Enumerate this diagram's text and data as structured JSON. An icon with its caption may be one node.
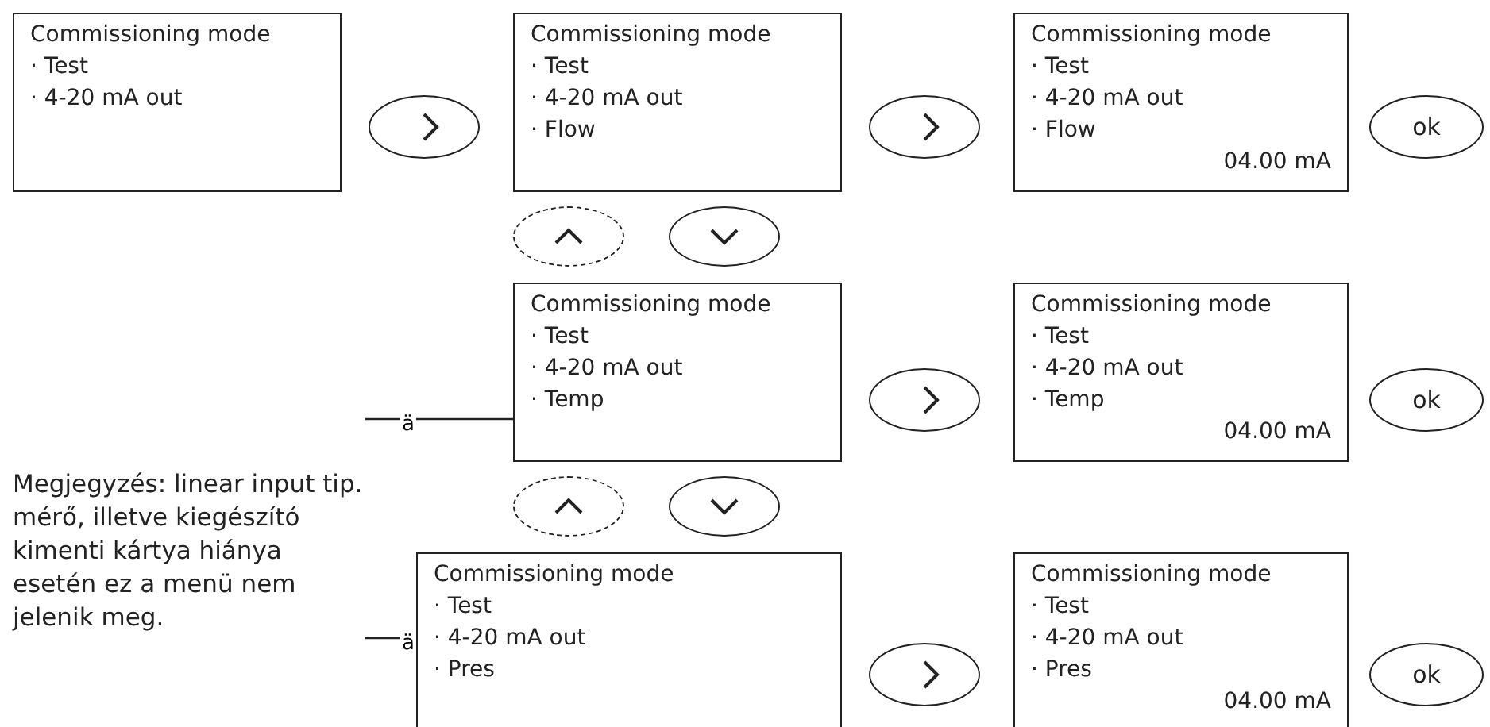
{
  "diagram": {
    "nodes": [
      {
        "text": [
          "Commissioning mode",
          "· Test",
          "· 4-20 mA out"
        ]
      },
      {
        "text": [],
        "shape": "ellipse"
      },
      {
        "text": [
          "Commissioning mode",
          "· Test",
          "· 4-20 mA out",
          "· Flow"
        ]
      },
      {
        "text": [],
        "shape": "ellipse"
      },
      {
        "text": [
          "Commissioning mode",
          "· Test",
          "· 4-20 mA out",
          "· Flow",
          "04.00 mA"
        ]
      },
      {
        "text": [
          "ok"
        ]
      },
      {
        "text": [],
        "shape": "ellipse"
      },
      {
        "text": [],
        "shape": "ellipse"
      },
      {
        "text": [
          "Megjegyzés: linear input tip. mérő, illetve kiegészító kimenti kártya hiánya esetén ez a menü nem jelenik meg."
        ]
      },
      {
        "text": [
          "Commissioning mode",
          "· Test",
          "· 4-20 mA out",
          "· Temp"
        ]
      },
      {
        "text": [],
        "shape": "ellipse"
      },
      {
        "text": [
          "Commissioning mode",
          "· Test",
          "· 4-20 mA out",
          "· Temp",
          "04.00 mA"
        ]
      },
      {
        "text": [
          "ok"
        ]
      },
      {
        "text": [],
        "shape": "ellipse"
      },
      {
        "text": [],
        "shape": "ellipse"
      },
      {
        "text": [
          "Commissioning mode",
          "· Test",
          "· 4-20 mA out",
          "· Pres"
        ]
      },
      {
        "text": [],
        "shape": "ellipse"
      },
      {
        "text": [
          "Commissioning mode",
          "· Test",
          "· 4-20 mA out",
          "· Pres",
          "04.00 mA"
        ]
      },
      {
        "text": [
          "ok"
        ]
      }
    ],
    "edges": [
      {
        "from": 8,
        "to": 9,
        "arrow": "none",
        "label": "ä"
      },
      {
        "from": 8,
        "to": 15,
        "arrow": "none",
        "label": "ä"
      }
    ]
  }
}
